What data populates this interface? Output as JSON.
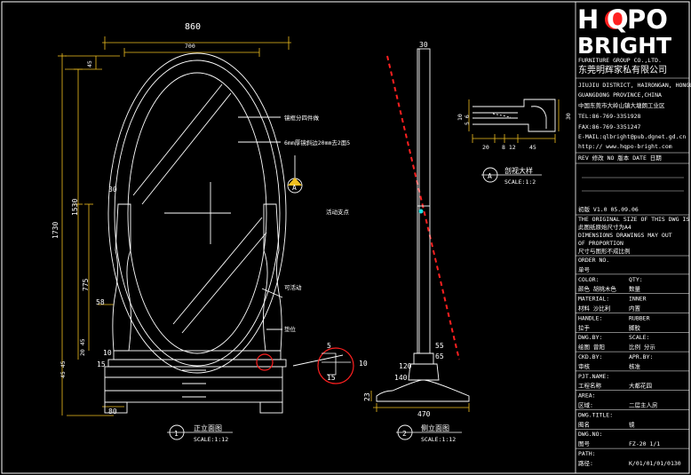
{
  "logo": {
    "letters_before": "H",
    "letter_q": "Q",
    "letters_after": "PO",
    "line2": "BRIGHT",
    "tagline": "FURNITURE GROUP CO.,LTD.",
    "company_cn": "东莞明辉家私有限公司"
  },
  "company": {
    "addr1": "JIUJIU DISTRICT, HAIRONGAN, HONGUAN",
    "addr2": "GUANGDONG PROVINCE,CHINA",
    "addr_cn": "中国东莞市大岭山镇大塘朗工业区",
    "tel": "TEL:86-769-3351928",
    "fax": "FAX:86-769-3351247",
    "email": "E-MAIL:qlbright@pub.dgnet.gd.cn",
    "http": "http://   www.hqpo-bright.com"
  },
  "revision": {
    "header": "REV 修改   NO 版本   DATE 日期",
    "row": "初版      V1.0   05.09.06"
  },
  "note": {
    "line1": "THE ORIGINAL SIZE OF THIS DWG IS A4",
    "line2": "此图纸原始尺寸为A4",
    "line3": "DIMENSIONS DRAWINGS MAY OUT",
    "line4": "OF PROPORTION",
    "line5": "尺寸与图形不成比例"
  },
  "title_block": [
    {
      "l": "ORDER NO.",
      "r": ""
    },
    {
      "l": "单号",
      "r": ""
    },
    {
      "l": "COLOR:",
      "r": "QTY:"
    },
    {
      "l": "颜色   胡桃木色",
      "r": "数量"
    },
    {
      "l": "MATERIAL:",
      "r": "INNER"
    },
    {
      "l": "材料   沙比利",
      "r": "内置"
    },
    {
      "l": "HANDLE:",
      "r": "RUBBER"
    },
    {
      "l": "拉手",
      "r": "脚胶"
    },
    {
      "l": "DWG.BY:",
      "r": "SCALE:"
    },
    {
      "l": "绘图   曾阳",
      "r": "比例   分示"
    },
    {
      "l": "CKD.BY:",
      "r": "APR.BY:"
    },
    {
      "l": "审核",
      "r": "核准"
    },
    {
      "l": "PJT.NAME:",
      "r": ""
    },
    {
      "l": "工程名称",
      "r": "大都花园"
    },
    {
      "l": "AREA:",
      "r": ""
    },
    {
      "l": "区域:",
      "r": "二层主人房"
    },
    {
      "l": "DWG.TITLE:",
      "r": ""
    },
    {
      "l": "图名",
      "r": "镜"
    },
    {
      "l": "DWG.NO:",
      "r": ""
    },
    {
      "l": "图号",
      "r": "FZ-20    1/1"
    },
    {
      "l": "PATH:",
      "r": ""
    },
    {
      "l": "路径:",
      "r": "K/01/01/01/0130"
    }
  ],
  "front": {
    "dims": {
      "w860": "860",
      "w700": "700",
      "d45": "45",
      "h1730": "1730",
      "h1530": "1530",
      "d30": "30",
      "h775": "775",
      "d58": "58",
      "d2045": "20 45",
      "d10": "10",
      "d4545": "45 45",
      "d15": "15",
      "d80": "80"
    },
    "callouts": {
      "c1": "镜框分四件做",
      "c2": "6mm厚镜斜边20mm去2面5",
      "pivot": "活动支点",
      "movable": "可活动",
      "cushion": "垫位"
    },
    "detail_dims": {
      "d5": "5",
      "d15": "15",
      "d10": "10"
    },
    "marker_letter": "A",
    "title": "正立面图",
    "scale": "SCALE:1:12",
    "num": "1"
  },
  "side": {
    "dims": {
      "d30": "30",
      "d55": "55",
      "d65": "65",
      "d120": "120",
      "d140": "140",
      "d23": "23",
      "w470": "470"
    },
    "title": "侧立面图",
    "scale": "SCALE:1:12",
    "num": "2"
  },
  "section": {
    "dims": {
      "d10": "10",
      "d56": "5 6",
      "d30": "30",
      "d20": "20",
      "d812": "8 12",
      "d45": "45"
    },
    "title": "剖视大样",
    "scale": "SCALE:1:2",
    "letter": "A"
  },
  "colors": {
    "line": "#ffffff",
    "dim": "#f0c020",
    "red": "#ff2020",
    "cyan": "#20e0e0",
    "bg": "#000000"
  }
}
